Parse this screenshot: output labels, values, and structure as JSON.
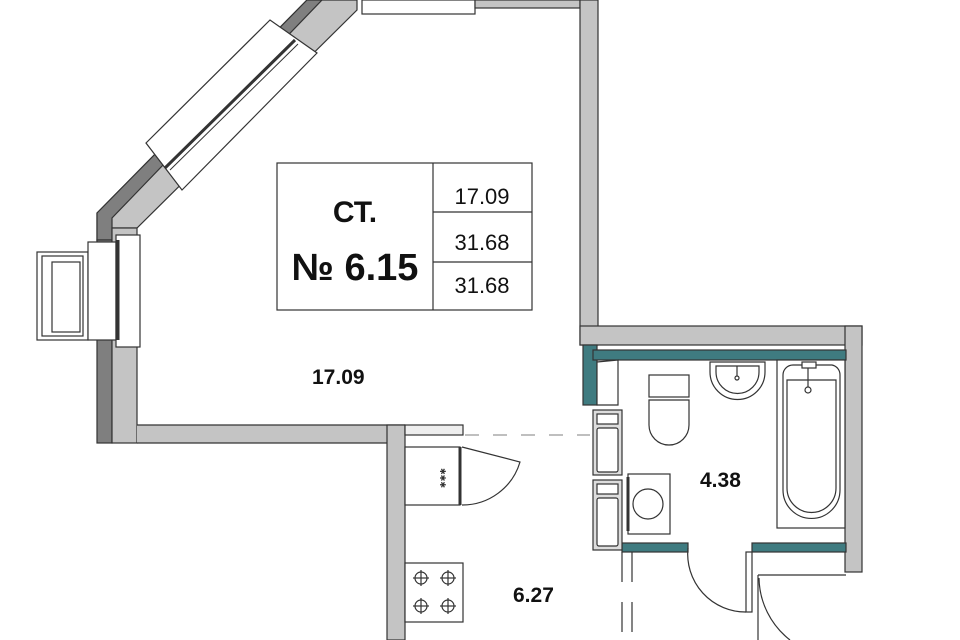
{
  "plan": {
    "unit_type": "СТ.",
    "unit_number": "№ 6.15",
    "summary": [
      "17.09",
      "31.68",
      "31.68"
    ],
    "rooms": {
      "living": "17.09",
      "bathroom": "4.38",
      "kitchen": "6.27"
    }
  },
  "colors": {
    "outer_wall": "#7f7f7f",
    "inner_wall": "#c4c4c4",
    "wet_wall": "#3f7b80",
    "line": "#333333"
  }
}
